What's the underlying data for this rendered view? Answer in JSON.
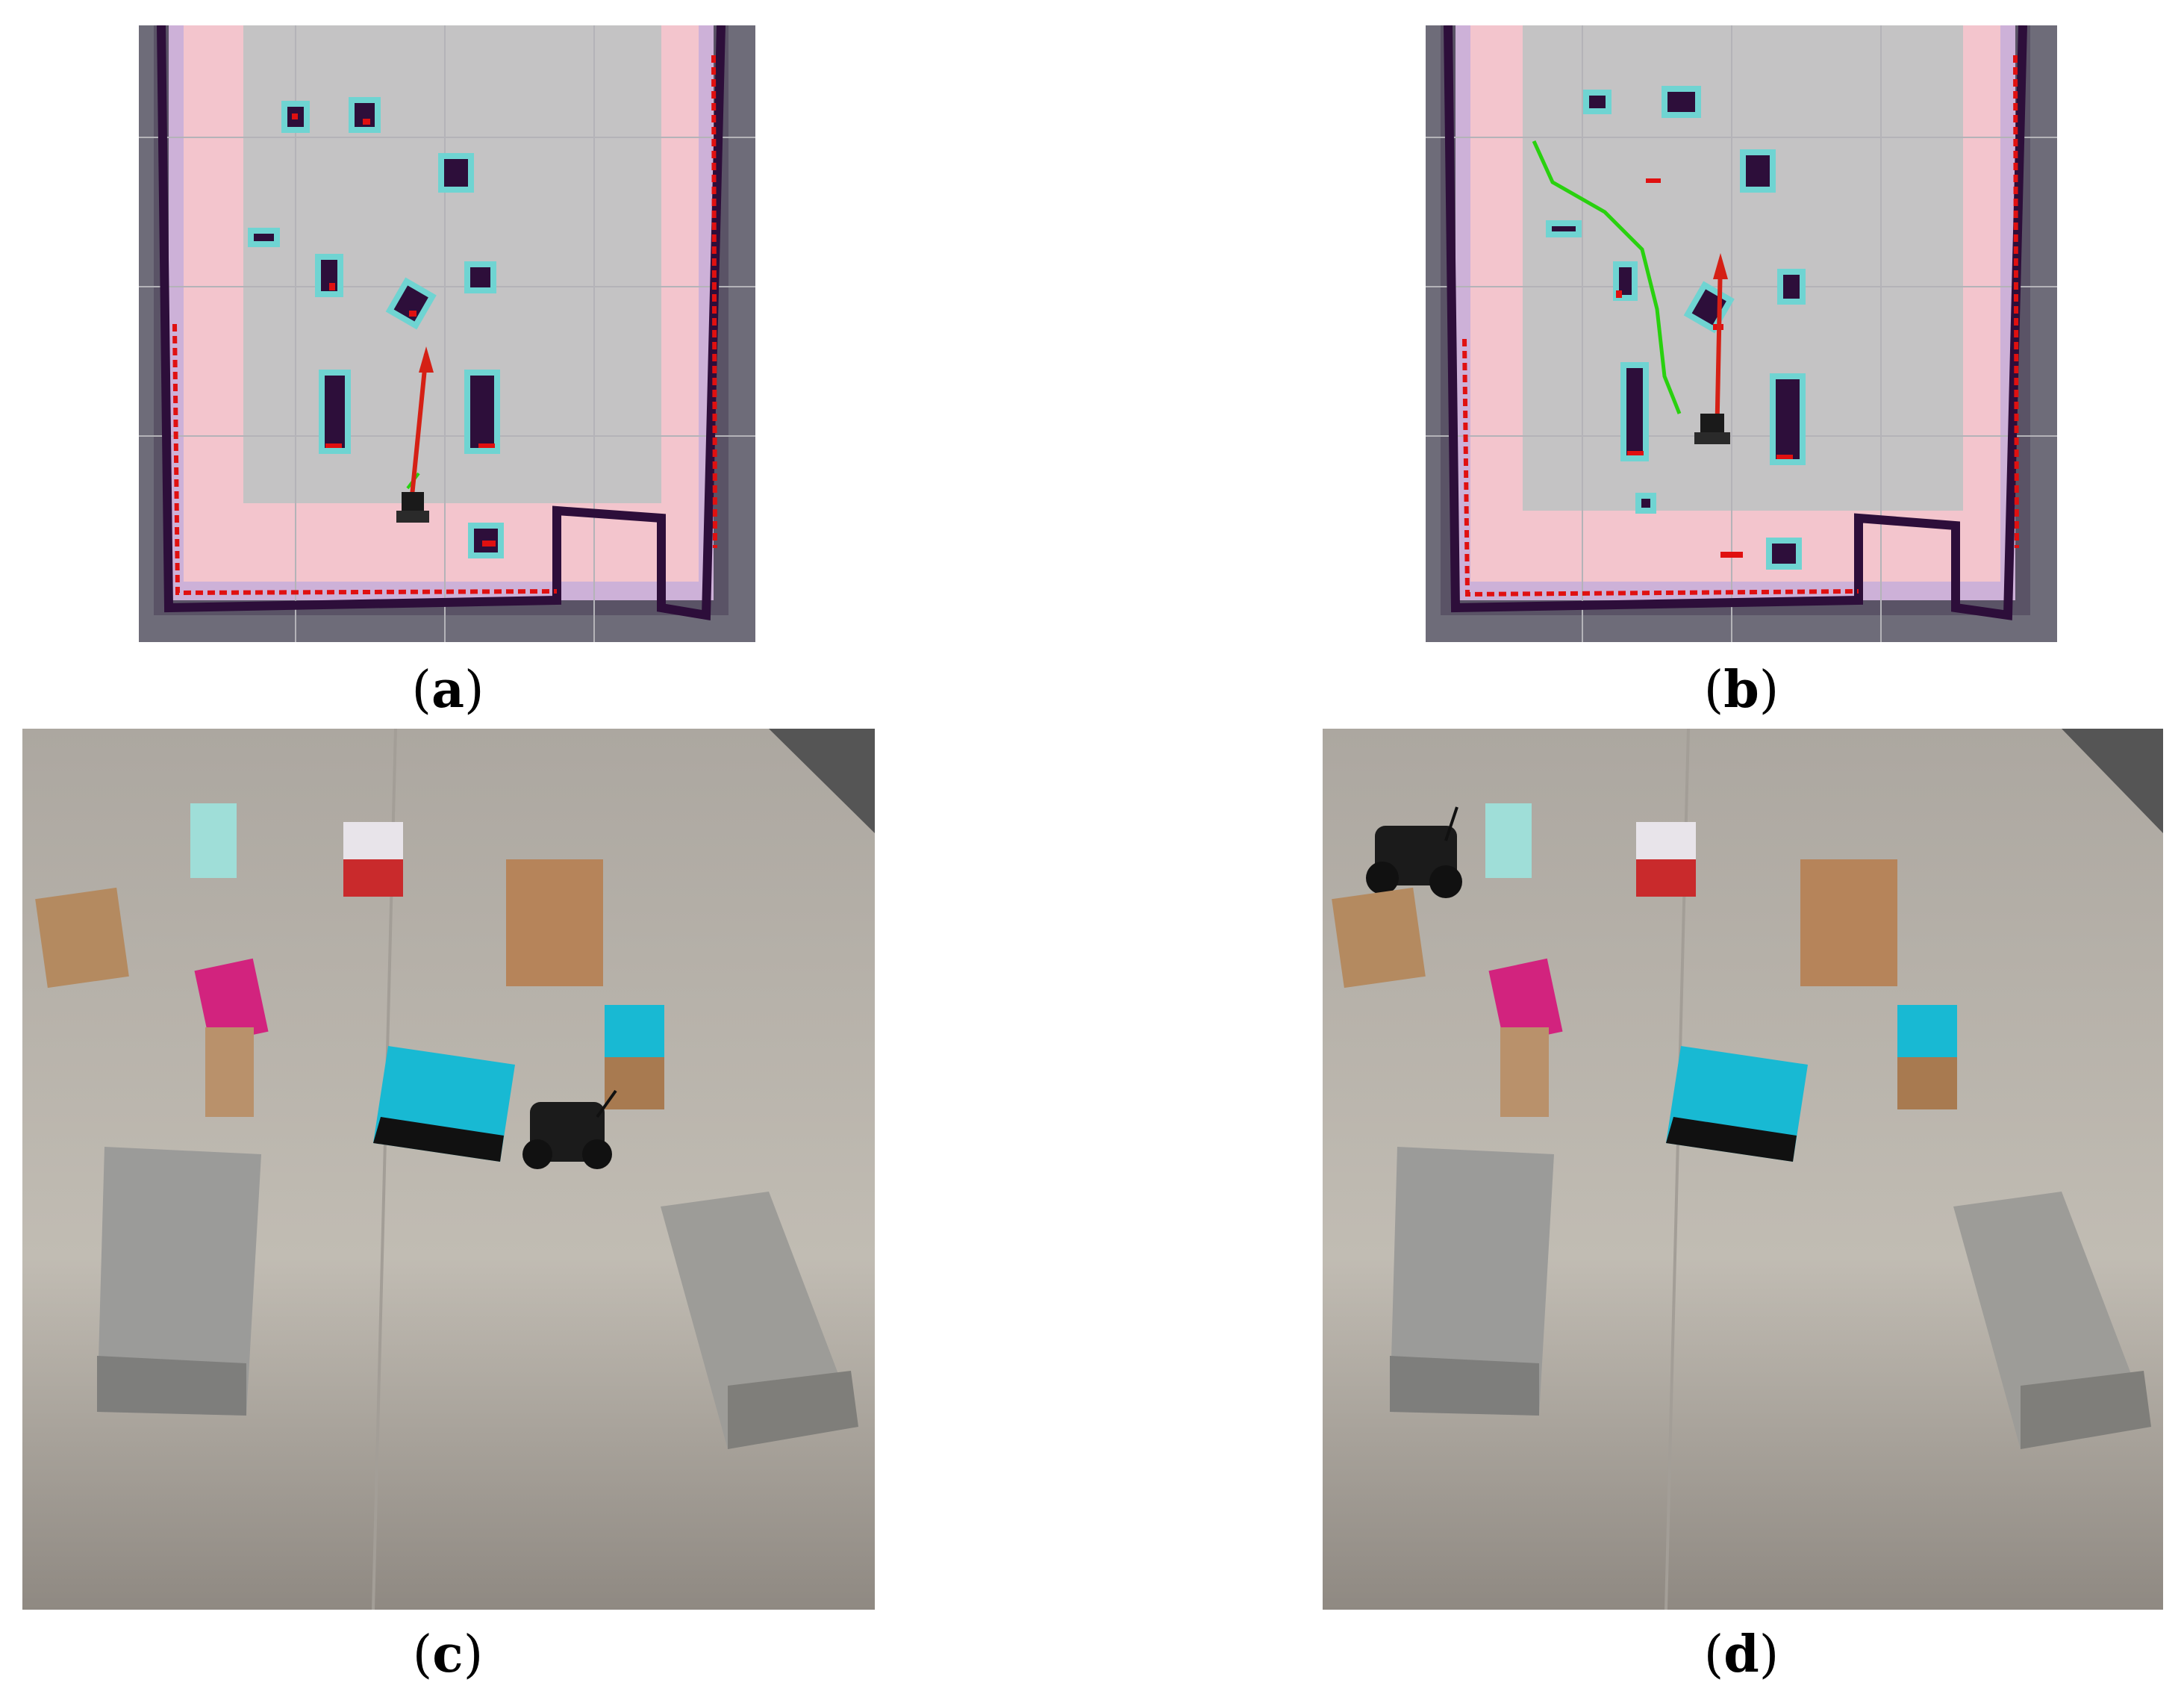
{
  "panels": [
    {
      "id": "a",
      "kind": "costmap",
      "caption_letter": "a"
    },
    {
      "id": "b",
      "kind": "costmap",
      "caption_letter": "b"
    },
    {
      "id": "c",
      "kind": "photo",
      "caption_letter": "c"
    },
    {
      "id": "d",
      "kind": "photo",
      "caption_letter": "d"
    }
  ],
  "colors": {
    "free_space": "#c4c3c4",
    "inflation_outer": "#cdb1d8",
    "inflation_inner": "#f3c5cd",
    "lethal": "#2d0e3a",
    "inscribed": "#6fd4d2",
    "laser": "#e01010",
    "path": "#29d10f",
    "arrow": "#d52015",
    "unknown": "#6e6c79",
    "floor": "#b9b4ac",
    "cyan_box": "#18b9d3",
    "cardboard": "#b48a60",
    "magenta_box": "#d2237e",
    "metal": "#9b9b99"
  },
  "icons": [
    "robot-icon",
    "goal-arrow-icon"
  ]
}
